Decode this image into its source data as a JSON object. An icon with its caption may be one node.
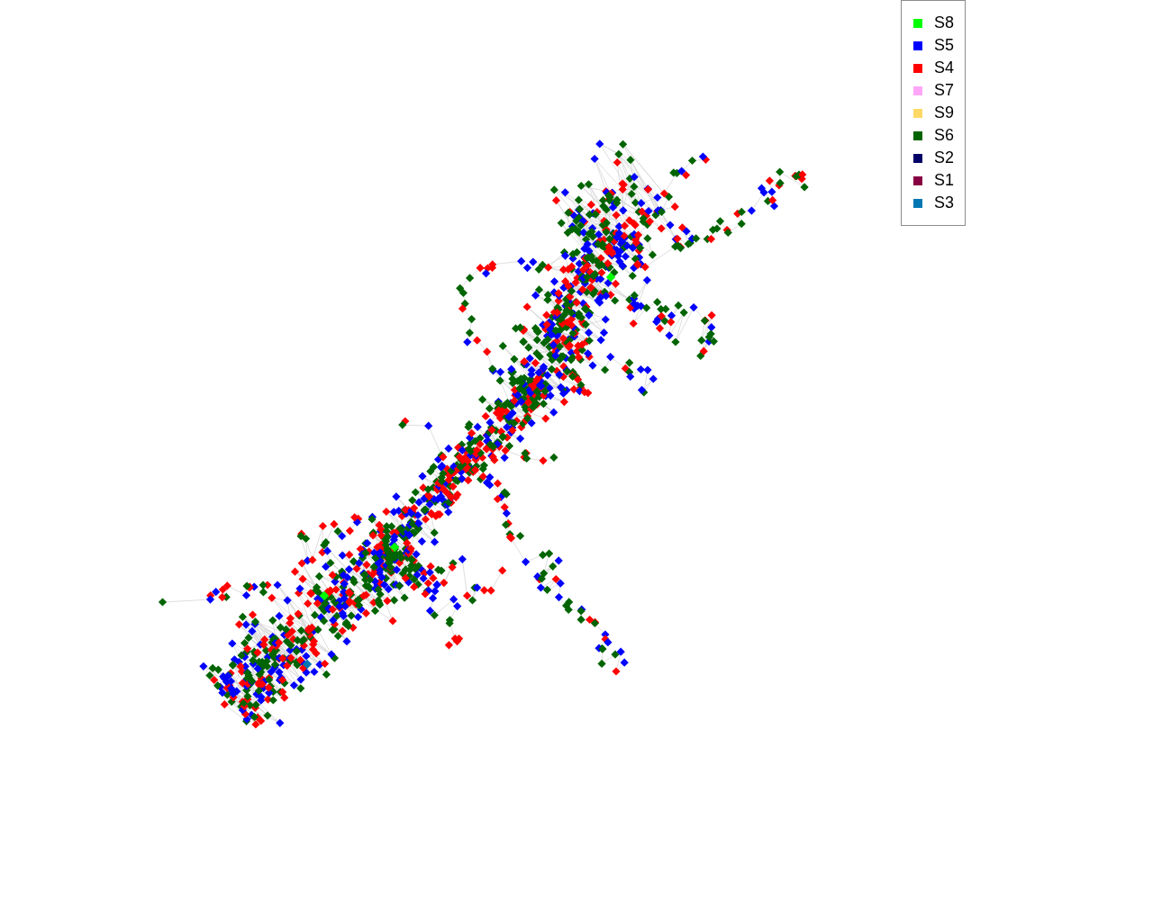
{
  "diagram": {
    "legend": [
      {
        "text": "S8",
        "color": "#00ff00"
      },
      {
        "text": "S5",
        "color": "#0000ff"
      },
      {
        "text": "S4",
        "color": "#ff0000"
      },
      {
        "text": "S7",
        "color": "#ffa6f9"
      },
      {
        "text": "S9",
        "color": "#ffd966"
      },
      {
        "text": "S6",
        "color": "#006400"
      },
      {
        "text": "S2",
        "color": "#000066"
      },
      {
        "text": "S1",
        "color": "#880044"
      },
      {
        "text": "S3",
        "color": "#0077b3"
      }
    ]
  }
}
